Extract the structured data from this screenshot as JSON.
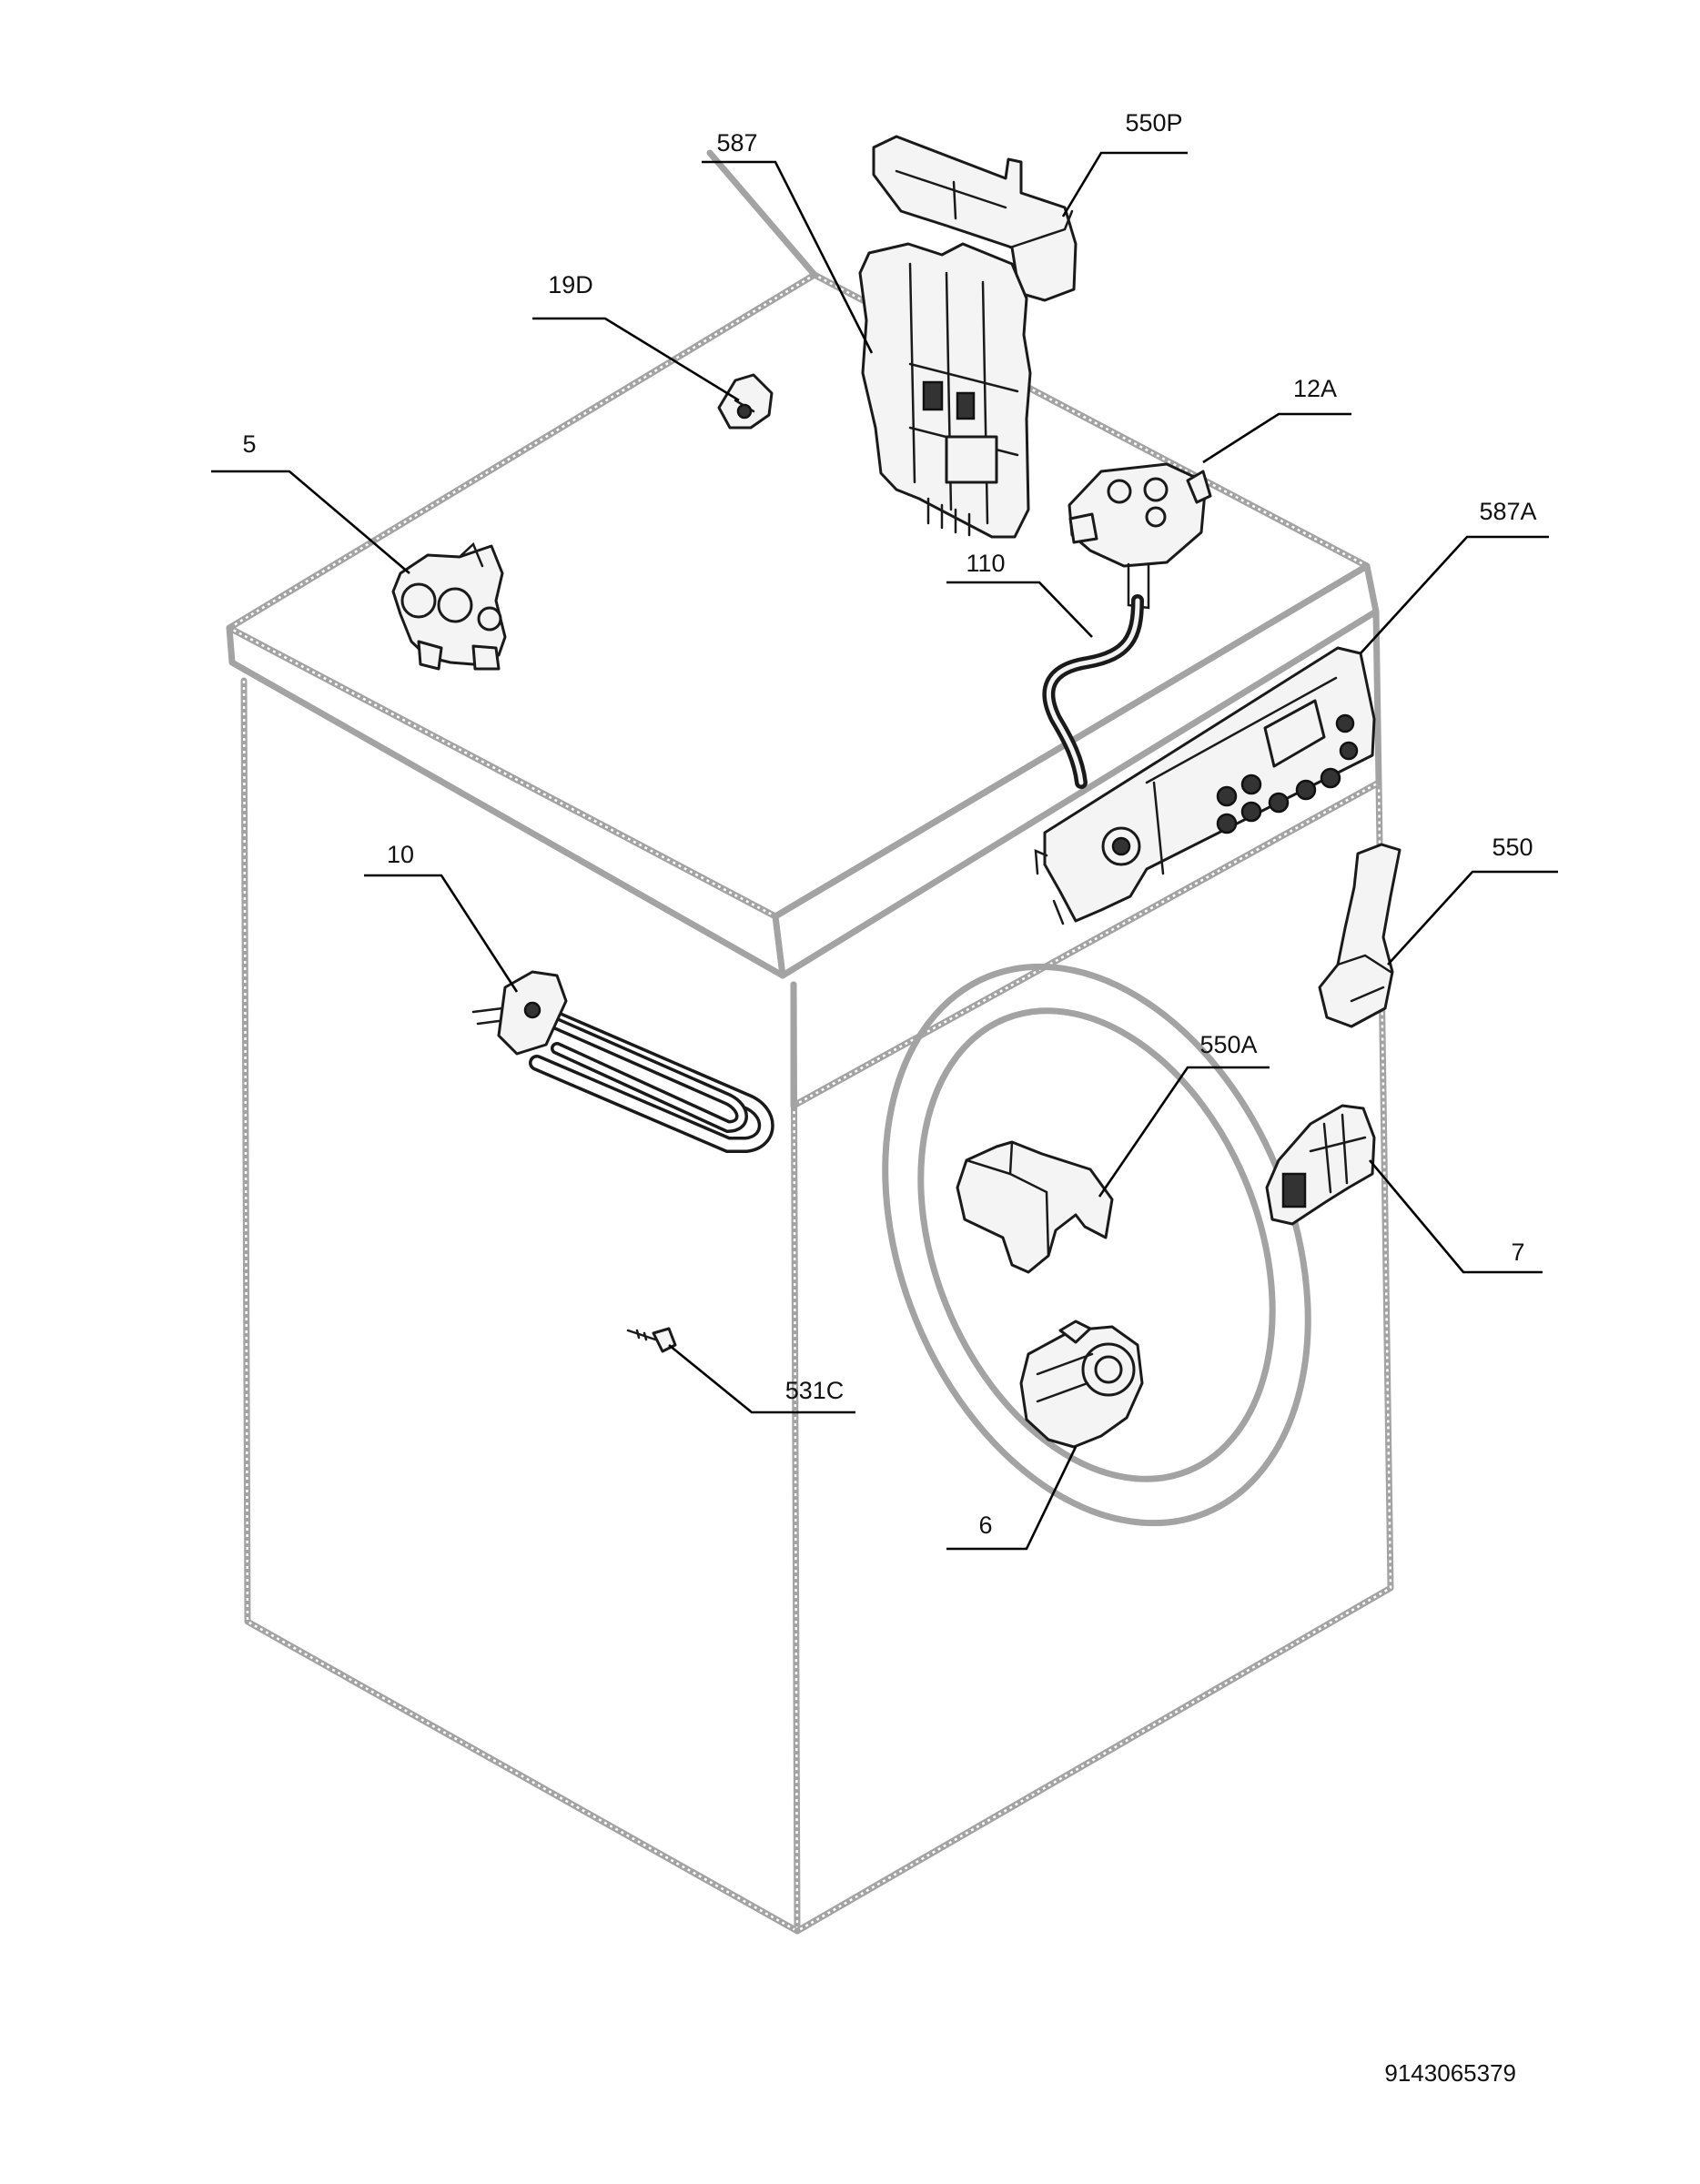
{
  "labels": {
    "p587": "587",
    "p550P": "550P",
    "p19D": "19D",
    "p12A": "12A",
    "p5": "5",
    "p110": "110",
    "p587A": "587A",
    "p10": "10",
    "p550": "550",
    "p550A": "550A",
    "p7": "7",
    "p531C": "531C",
    "p6": "6"
  },
  "drawing_code": "9143065379"
}
